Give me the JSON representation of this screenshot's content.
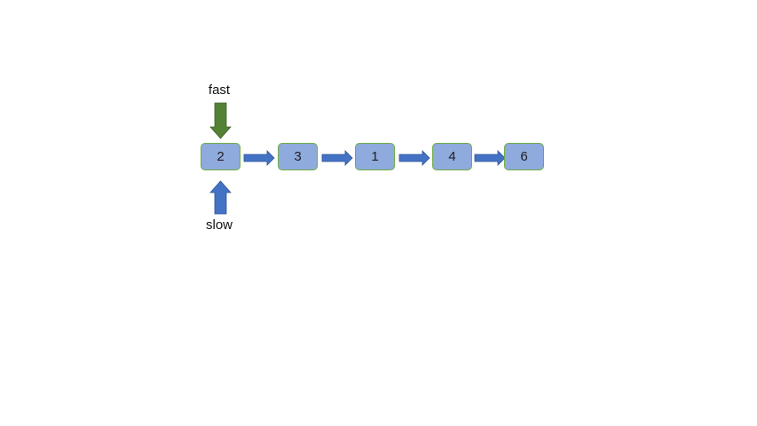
{
  "diagram": {
    "pointers": {
      "fast": {
        "label": "fast",
        "color": "#548235",
        "target_node": 0
      },
      "slow": {
        "label": "slow",
        "color": "#4472c4",
        "target_node": 0
      }
    },
    "nodes": [
      {
        "value": "2"
      },
      {
        "value": "3"
      },
      {
        "value": "1"
      },
      {
        "value": "4"
      },
      {
        "value": "6"
      }
    ],
    "colors": {
      "node_fill": "#8faadc",
      "node_border": "#70ad47",
      "link_arrow": "#4472c4"
    }
  }
}
